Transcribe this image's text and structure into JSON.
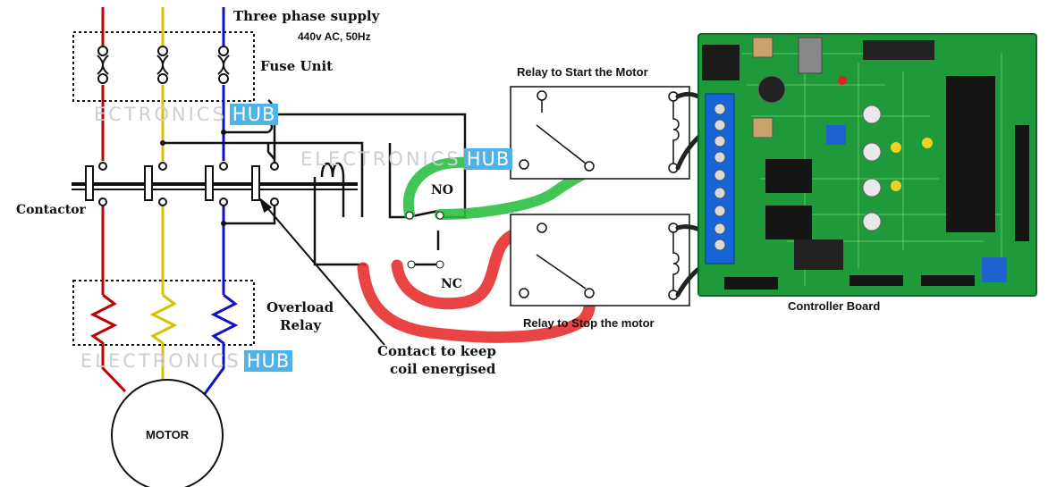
{
  "labels": {
    "supply": "Three phase supply",
    "supply_spec": "440v AC, 50Hz",
    "fuse": "Fuse Unit",
    "contactor": "Contactor",
    "no": "NO",
    "nc": "NC",
    "overload_1": "Overload",
    "overload_2": "Relay",
    "keep_1": "Contact to keep",
    "keep_2": "coil energised",
    "motor": "MOTOR",
    "relay_start": "Relay to Start the Motor",
    "relay_stop": "Relay to Stop the motor",
    "board": "Controller Board"
  },
  "watermarks": [
    {
      "text": "ECTRONICS",
      "hub": "HUB"
    },
    {
      "text": "ELECTRONICS",
      "hub": "HUB"
    },
    {
      "text": "ELECTRONICS",
      "hub": "HUB"
    }
  ],
  "colors": {
    "phase_r": "#c00000",
    "phase_y": "#d4c400",
    "phase_b": "#1010c8",
    "wire": "#111111",
    "start_wire": "#2dbf45",
    "stop_wire": "#e63030",
    "pcb": "#1f9a3a",
    "terminal": "#1565d8"
  }
}
